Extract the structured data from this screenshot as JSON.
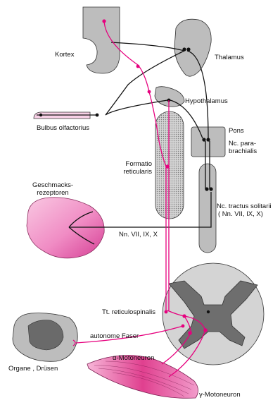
{
  "labels": {
    "kortex": "Kortex",
    "thalamus": "Thalamus",
    "hypothalamus": "Hypothalamus",
    "bulbus": "Bulbus olfactorius",
    "pons": "Pons",
    "parabrachialis_1": "Nc. para-",
    "parabrachialis_2": "brachialis",
    "formatio_1": "Formatio",
    "formatio_2": "reticularis",
    "geschmack_1": "Geschmacks-",
    "geschmack_2": "rezeptoren",
    "solitarii_1": "Nc. tractus solitarii",
    "solitarii_2": "( Nn. VII, IX, X)",
    "nerves": "Nn. VII, IX, X",
    "reticulospinalis": "Tt. reticulospinalis",
    "autonome": "autonome Faser",
    "organe": "Organe , Drüsen",
    "alpha": "α-Motoneuron",
    "gamma": "γ-Motoneuron"
  },
  "colors": {
    "gray_region": "#bdbdbd",
    "dark_gray": "#5f5f5f",
    "outline": "#333333",
    "neuron_black": "#111111",
    "neuron_magenta": "#e6007e",
    "tongue": "#f3a6cf",
    "muscle": "#e85aa5"
  }
}
